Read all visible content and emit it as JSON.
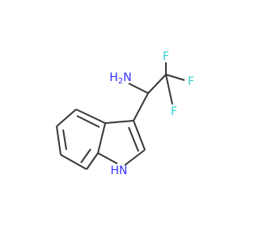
{
  "molecule": {
    "atoms": {
      "amine_h2": "H",
      "amine_h2_subscript": "2",
      "amine_n": "N",
      "f_top": "F",
      "f_right": "F",
      "f_bottom": "F",
      "indole_h": "H",
      "indole_n": "N"
    },
    "colors": {
      "bond": "#383838",
      "nitrogen": "#3333ff",
      "fluorine": "#33cccc",
      "background": "#ffffff"
    }
  }
}
